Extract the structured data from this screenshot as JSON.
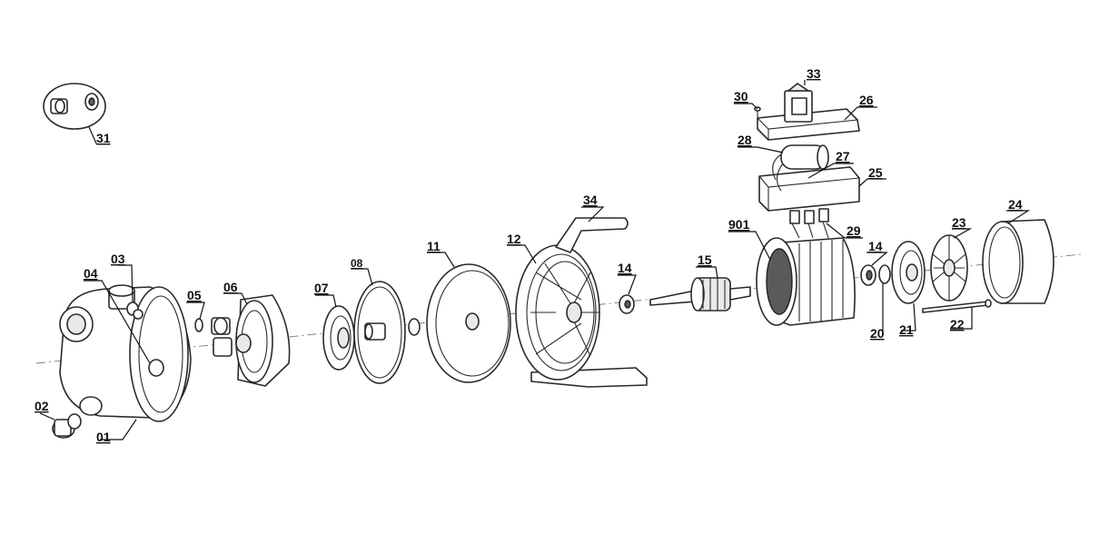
{
  "diagram": {
    "labels": {
      "p01": "01",
      "p02": "02",
      "p03": "03",
      "p04": "04",
      "p05": "05",
      "p06": "06",
      "p07": "07",
      "p08": "08",
      "p11": "11",
      "p12": "12",
      "p14a": "14",
      "p14b": "14",
      "p15": "15",
      "p20": "20",
      "p21": "21",
      "p22": "22",
      "p23": "23",
      "p24": "24",
      "p25": "25",
      "p26": "26",
      "p27": "27",
      "p28": "28",
      "p29": "29",
      "p30": "30",
      "p31": "31",
      "p33": "33",
      "p34": "34",
      "p901": "901"
    }
  }
}
